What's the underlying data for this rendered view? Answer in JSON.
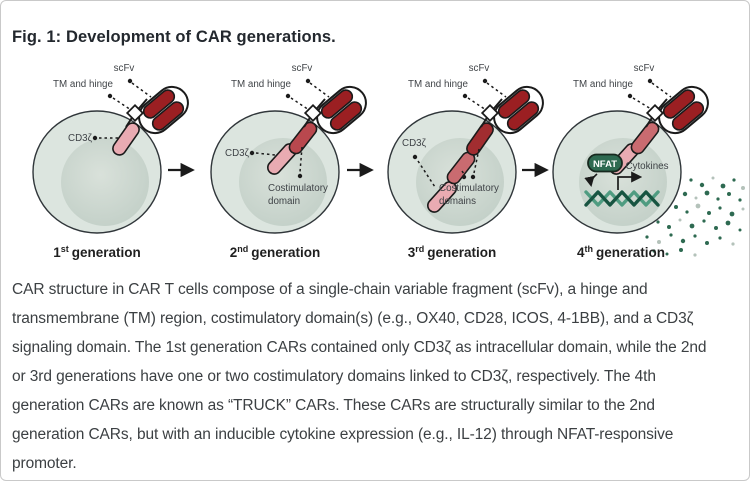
{
  "title": "Fig. 1: Development of CAR generations.",
  "labels": {
    "scfv": "scFv",
    "tm_hinge": "TM and hinge",
    "cd3z": "CD3ζ",
    "costim": "Costimulatory",
    "domain_singular": "domain",
    "domain_plural": "domains",
    "nfat": "NFAT",
    "cytokines": "Cytokines"
  },
  "generations": [
    {
      "num": "1",
      "suffix": "st",
      "word": "generation"
    },
    {
      "num": "2",
      "suffix": "nd",
      "word": "generation"
    },
    {
      "num": "3",
      "suffix": "rd",
      "word": "generation"
    },
    {
      "num": "4",
      "suffix": "th",
      "word": "generation"
    }
  ],
  "caption_lines": [
    "CAR structure in CAR T cells compose of a single-chain variable fragment (scFv), a hinge and",
    "transmembrane (TM) region, costimulatory domain(s) (e.g., OX40, CD28, ICOS, 4-1BB), and a CD3ζ",
    "signaling domain. The 1st generation CARs contained only CD3ζ as intracellular domain, while the 2nd",
    "or 3rd generations have one or two costimulatory domains linked to CD3ζ, respectively. The 4th",
    "generation CARs are known as “TRUCK” CARs. These CARs are structurally similar to the 2nd",
    "generation CARs, but with an inducible cytokine expression (e.g., IL-12) through NFAT-responsive",
    "promoter."
  ],
  "colors": {
    "scfv_red": "#9b1f22",
    "costim_red": "#b9484e",
    "costim_mid_red": "#c96b70",
    "cd3z_pink": "#e9abb2",
    "cell_fill": "#dce5df",
    "nucleus_fill": "#c9d6cd",
    "nfat_green": "#2e6a51",
    "dna_dark": "#175441",
    "dna_light": "#4f9c81",
    "dot_gray": "#b4c2ba"
  }
}
